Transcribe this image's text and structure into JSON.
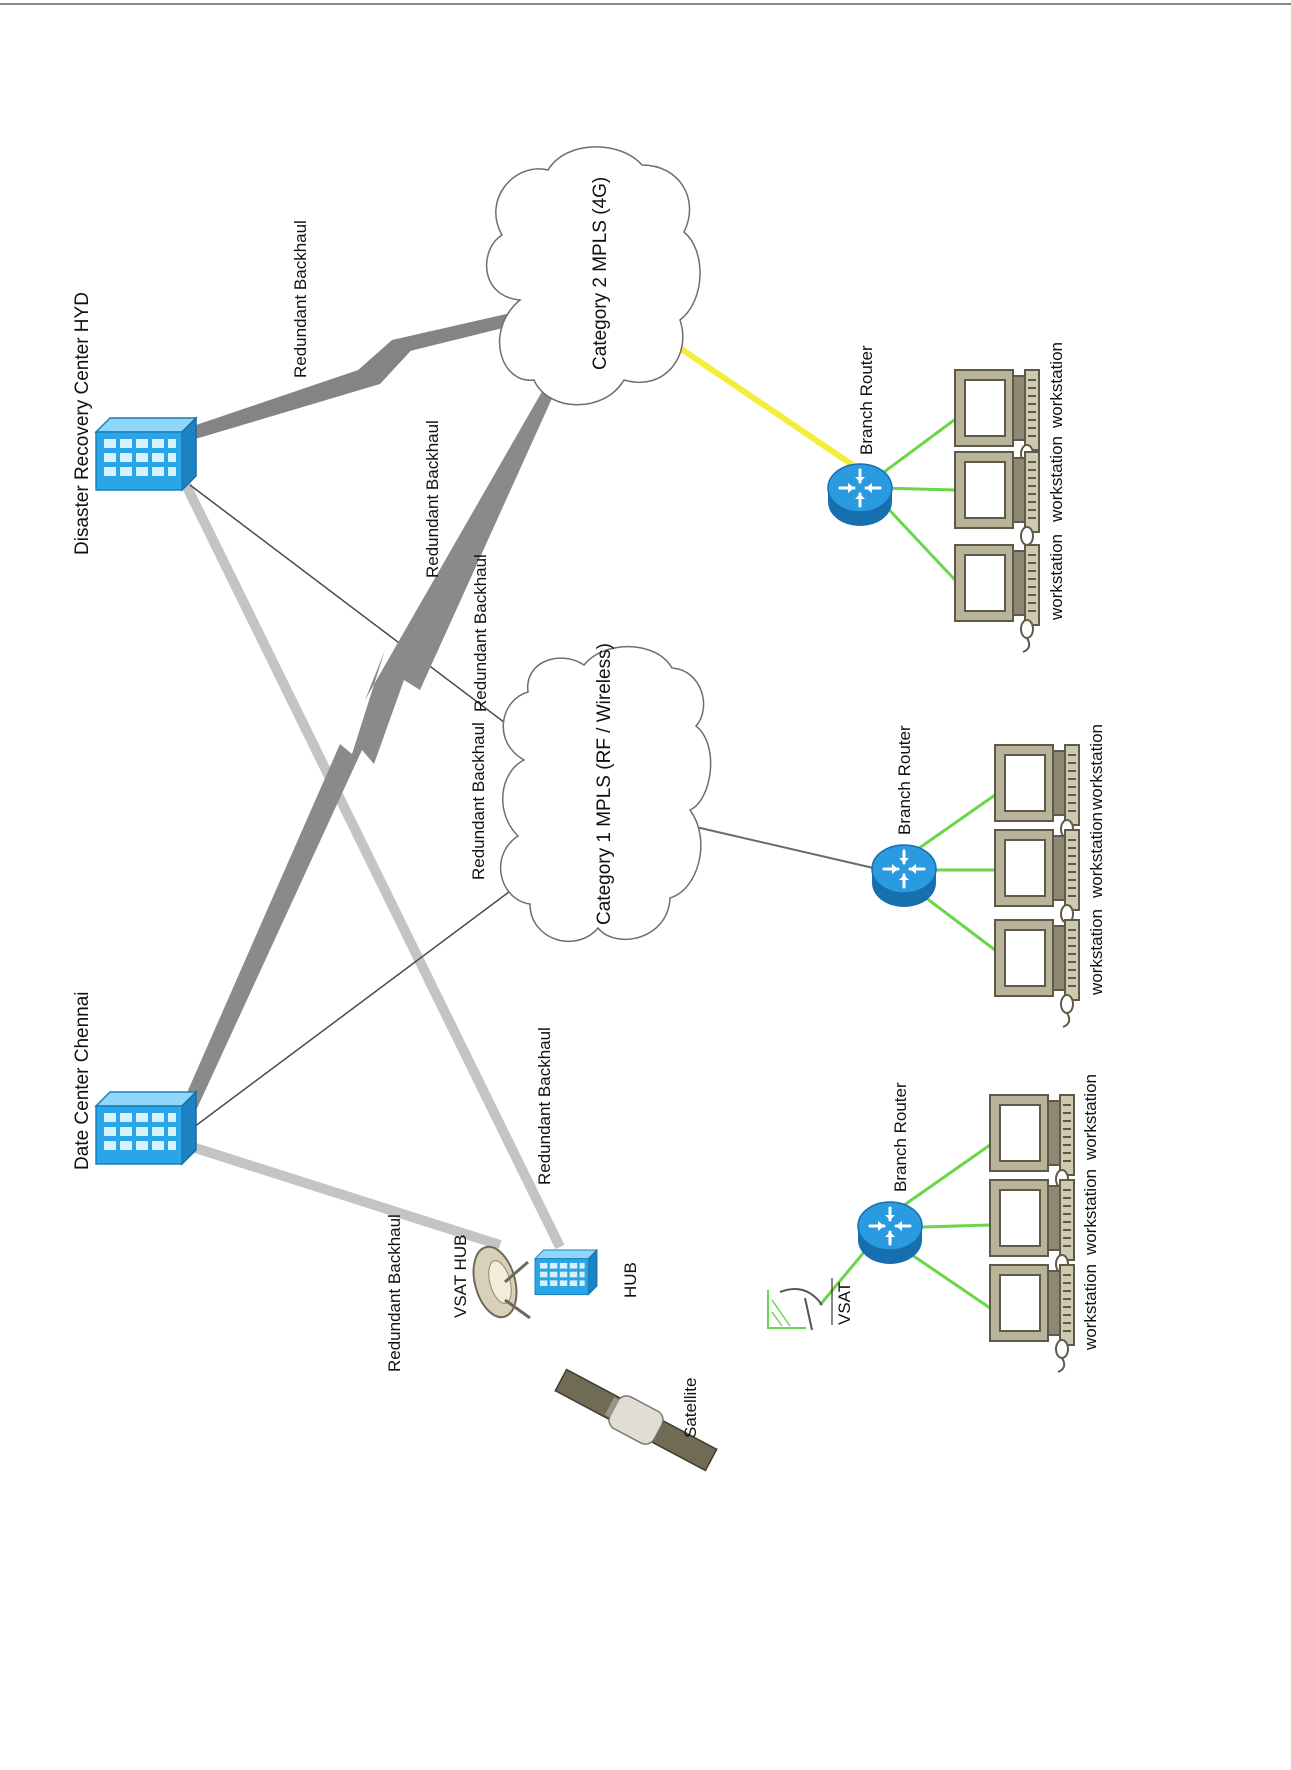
{
  "nodes": {
    "dr_center": "Disaster Recovery Center HYD",
    "data_center": "Date Center Chennai",
    "cloud_cat2": "Category 2 MPLS (4G)",
    "cloud_cat1": "Category 1 MPLS (RF / Wireless)",
    "vsat_hub": "VSAT HUB",
    "hub": "HUB",
    "satellite": "Satellite",
    "vsat": "VSAT",
    "branch_router": "Branch Router",
    "workstation": "workstation"
  },
  "links": {
    "redundant_backhaul": "Redundant Backhaul"
  },
  "colors": {
    "server_blue": "#2aa6e8",
    "router_blue": "#1e8fd6",
    "backhaul_gray": "#8a8a8a",
    "backhaul_light": "#c4c4c4",
    "link_green": "#6ad64a",
    "link_yellow": "#f2ee3a",
    "workstation_tan": "#b9b39a"
  }
}
